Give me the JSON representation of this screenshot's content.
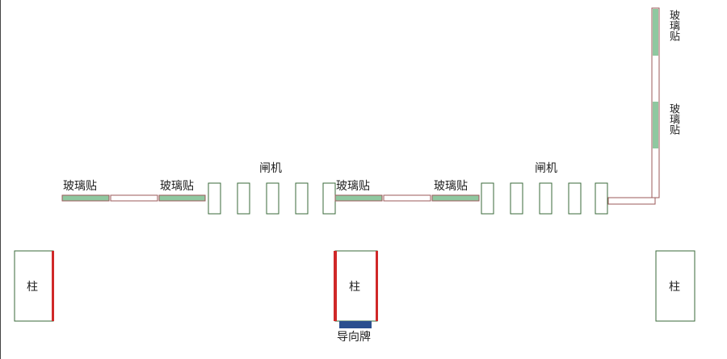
{
  "labels": {
    "glass_sticker": "玻璃贴",
    "gate": "闸机",
    "pillar": "柱",
    "sign": "导向牌"
  },
  "colors": {
    "glass": "#8fc8a0",
    "rail": "#9b5a5a",
    "pillar_edge": "#d02828",
    "sign": "#2b4f8f",
    "outline": "#3a6a3a"
  }
}
